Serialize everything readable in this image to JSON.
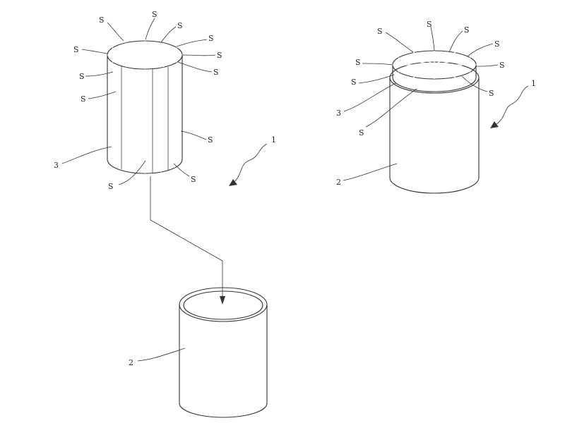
{
  "figure": {
    "segment_label": "S",
    "core_label": "3",
    "tube_label": "2",
    "assembly_label": "1"
  },
  "colors": {
    "core_fill": "#9a9a9a",
    "core_top": "#a8a8a8",
    "tube_fill": "#f4f4f4",
    "tube_inside": "#a6a6a6",
    "line": "#333333"
  }
}
